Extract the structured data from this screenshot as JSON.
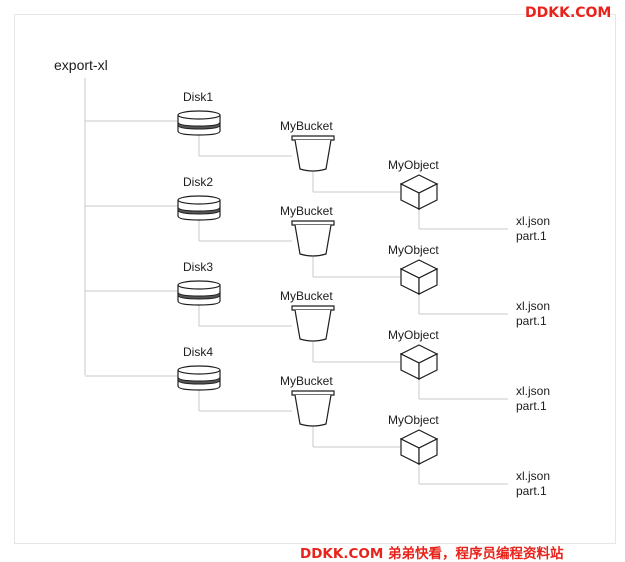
{
  "root": {
    "label": "export-xl"
  },
  "groups": [
    {
      "disk": "Disk1",
      "bucket": "MyBucket",
      "object": "MyObject",
      "files": [
        "xl.json",
        "part.1"
      ]
    },
    {
      "disk": "Disk2",
      "bucket": "MyBucket",
      "object": "MyObject",
      "files": [
        "xl.json",
        "part.1"
      ]
    },
    {
      "disk": "Disk3",
      "bucket": "MyBucket",
      "object": "MyObject",
      "files": [
        "xl.json",
        "part.1"
      ]
    },
    {
      "disk": "Disk4",
      "bucket": "MyBucket",
      "object": "MyObject",
      "files": [
        "xl.json",
        "part.1"
      ]
    }
  ],
  "icons": {
    "disk": "disk-icon",
    "bucket": "bucket-icon",
    "object": "cube-icon"
  },
  "colors": {
    "line": "#c8c8c8",
    "icon_stroke": "#1e1e1e",
    "disk_band": "#555555",
    "watermark": "#e8231c"
  },
  "watermark": {
    "top": "DDKK.COM",
    "bottom": "DDKK.COM 弟弟快看，程序员编程资料站"
  }
}
